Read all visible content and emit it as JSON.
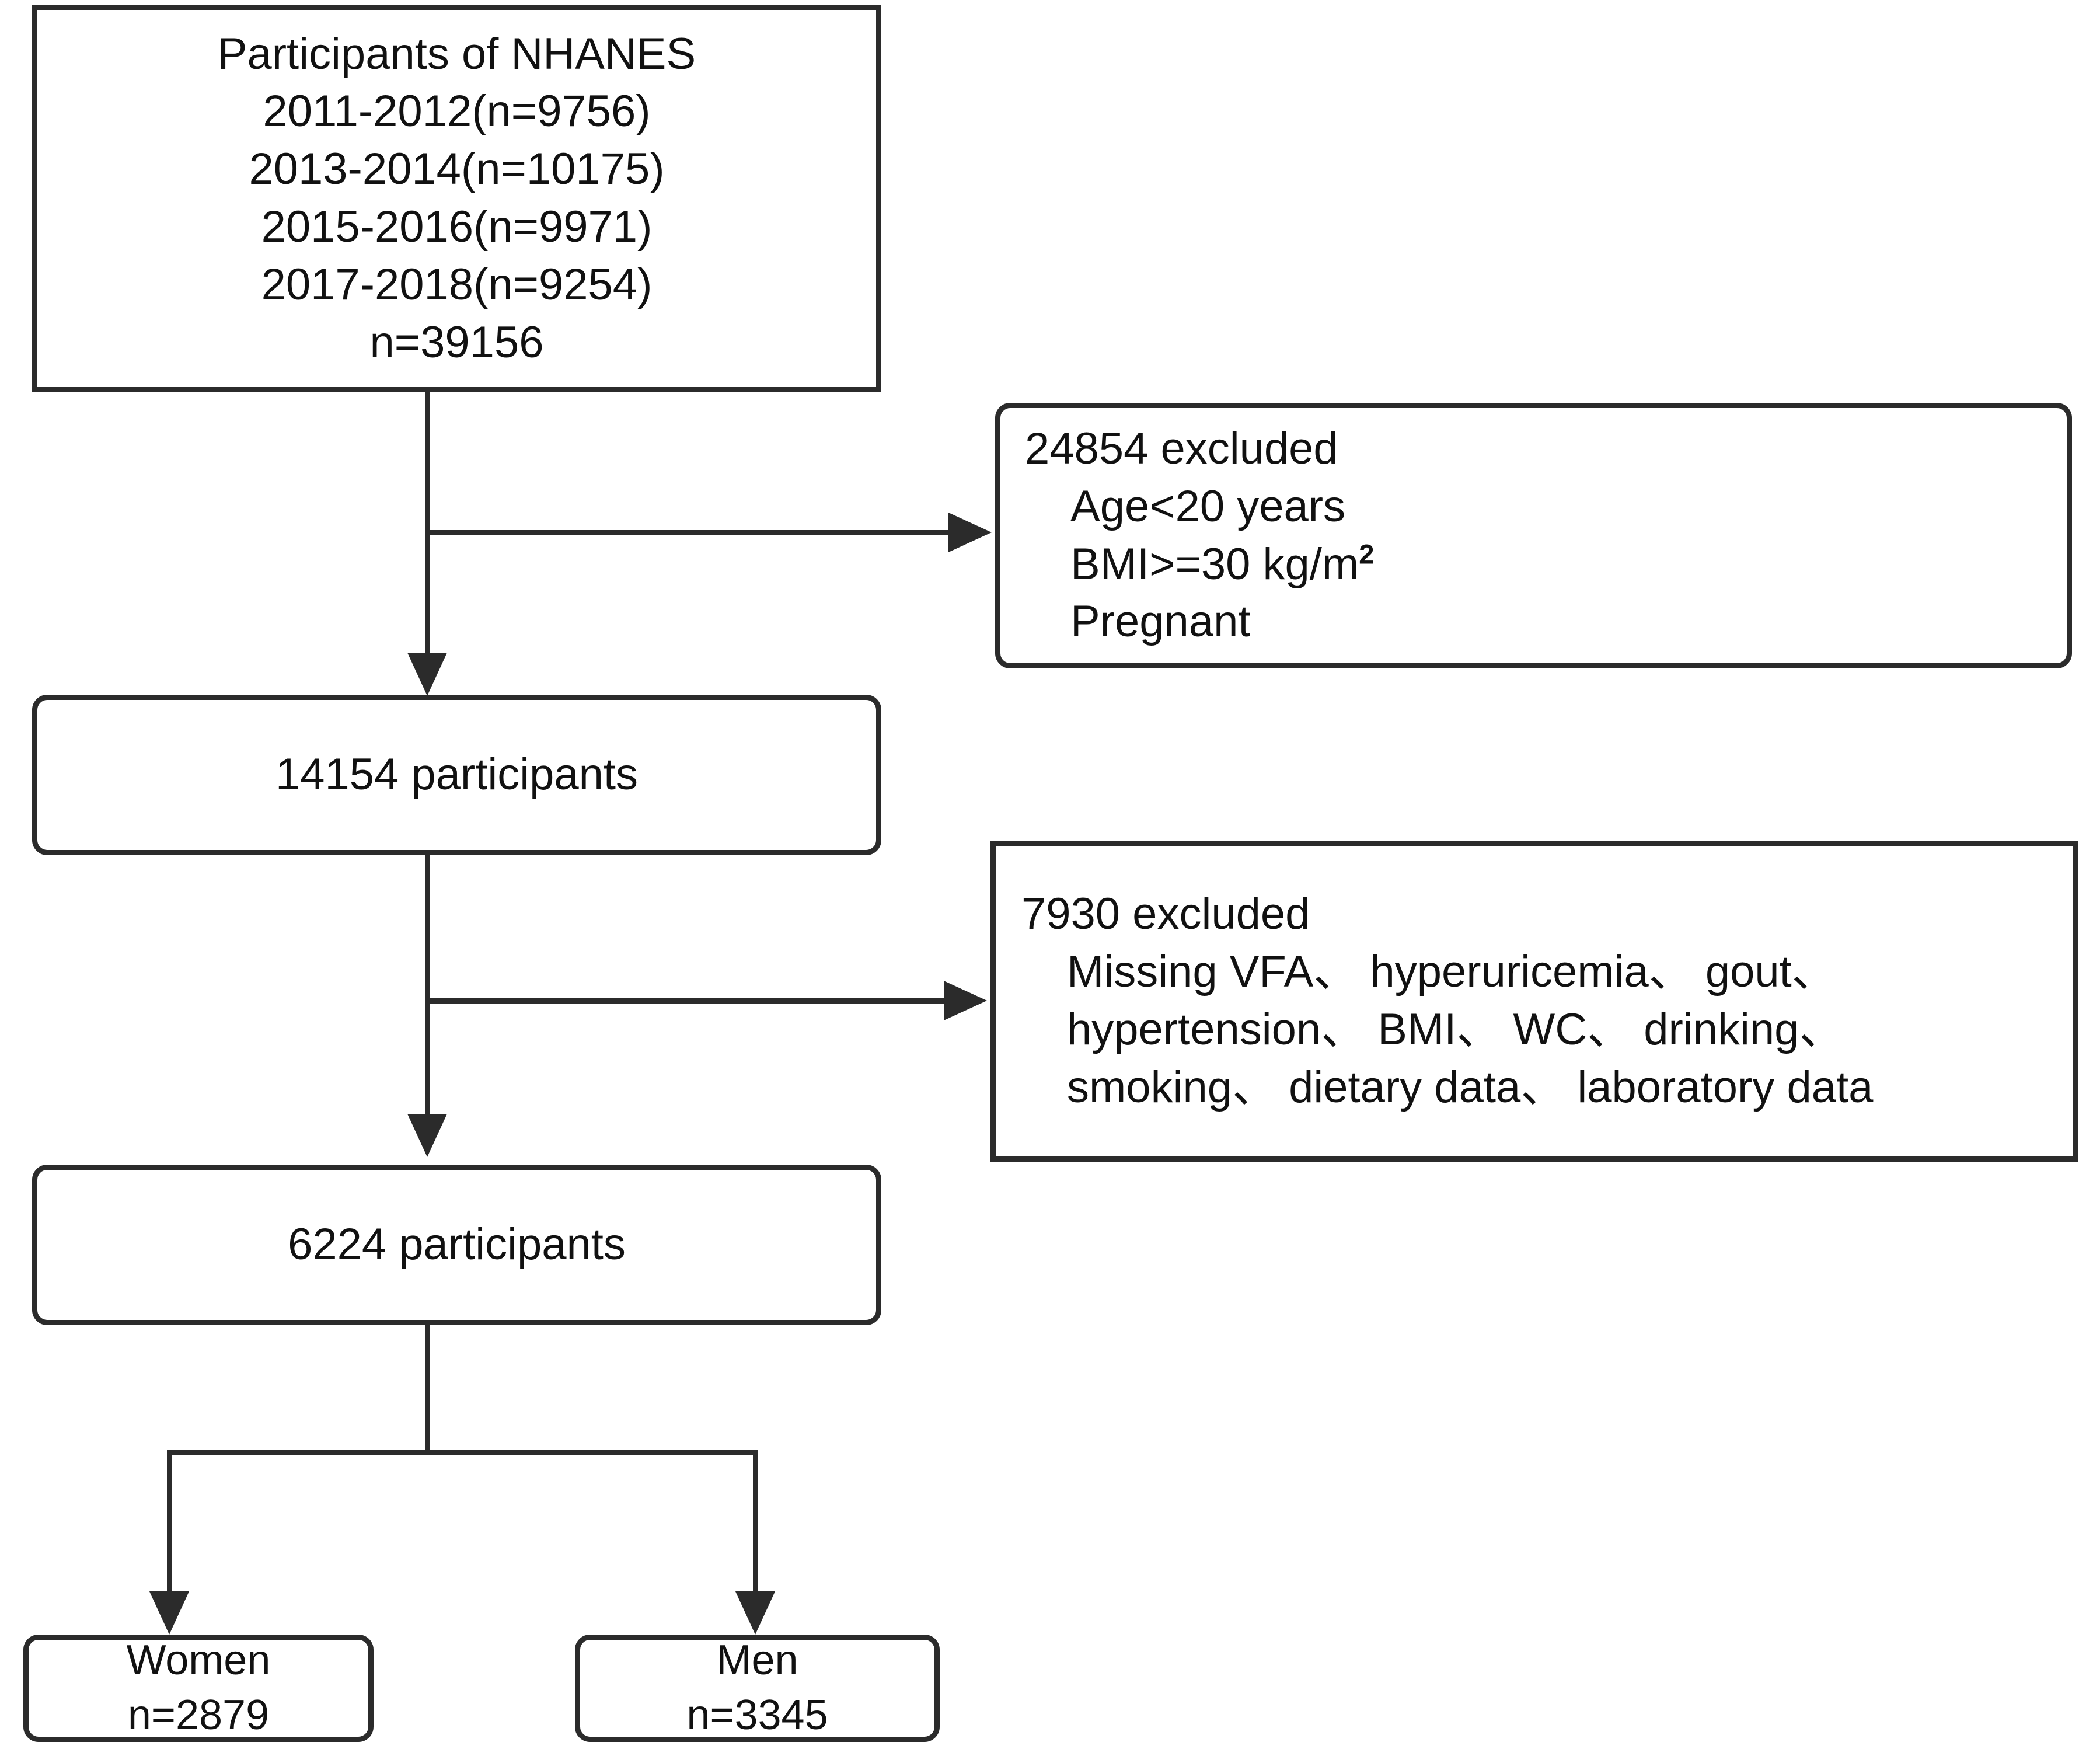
{
  "figure": {
    "type": "flowchart",
    "title": "NHANES participant selection flow diagram",
    "colors": {
      "stroke": "#2b2b2b",
      "fill": "#ffffff",
      "text": "#111111"
    }
  },
  "nodes": {
    "source": {
      "lines": [
        "Participants of NHANES",
        "2011-2012(n=9756)",
        "2013-2014(n=10175)",
        "2015-2016(n=9971)",
        "2017-2018(n=9254)",
        "n=39156"
      ],
      "total": "n=39156"
    },
    "exclusion_1": {
      "heading": "24854 excluded",
      "items": [
        "Age<20 years",
        "BMI>=30 kg/m",
        "Pregnant"
      ],
      "bmi_superscript": "2",
      "count": "24854"
    },
    "stage_1": {
      "label": "14154 participants",
      "count": "14154"
    },
    "exclusion_2": {
      "heading": "7930 excluded",
      "items": [
        "Missing VFA、 hyperuricemia、 gout、",
        "hypertension、 BMI、 WC、 drinking、",
        "smoking、 dietary data、 laboratory data"
      ],
      "count": "7930"
    },
    "stage_2": {
      "label": "6224 participants",
      "count": "6224"
    },
    "women": {
      "label": "Women",
      "count_label": "n=2879",
      "count": "2879"
    },
    "men": {
      "label": "Men",
      "count_label": "n=3345",
      "count": "3345"
    }
  }
}
